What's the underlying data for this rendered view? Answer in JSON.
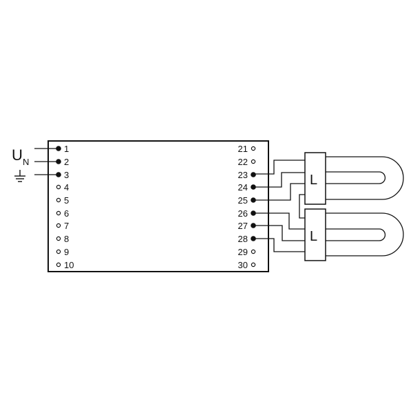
{
  "supply": {
    "voltage_label": "U",
    "voltage_subscript": "N",
    "ground_icon": "ground-icon"
  },
  "left_terminals": [
    "1",
    "2",
    "3",
    "4",
    "5",
    "6",
    "7",
    "8",
    "9",
    "10"
  ],
  "left_connected": [
    true,
    true,
    true,
    false,
    false,
    false,
    false,
    false,
    false,
    false
  ],
  "right_terminals": [
    "21",
    "22",
    "23",
    "24",
    "25",
    "26",
    "27",
    "28",
    "29",
    "30"
  ],
  "right_connected": [
    false,
    false,
    true,
    true,
    true,
    true,
    true,
    true,
    false,
    false
  ],
  "lamps": [
    {
      "label": "L"
    },
    {
      "label": "L"
    }
  ]
}
